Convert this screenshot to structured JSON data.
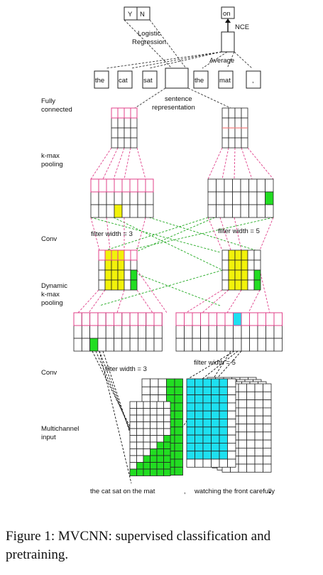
{
  "top": {
    "label_cells": [
      "Y",
      "N"
    ],
    "output_word": "on",
    "nce_label": "NCE",
    "logistic_regression": "Logistic\nRegression",
    "average_label": "Average"
  },
  "embedding": {
    "words_left": [
      "the",
      "cat",
      "sat"
    ],
    "words_right": [
      "the",
      "mat",
      ","
    ],
    "sentence_representation": "sentence\nrepresentation"
  },
  "layers": {
    "fully_connected": "Fully\nconnected",
    "kmax_pooling": "k-max\npooling",
    "conv_upper": "Conv",
    "dynamic_kmax": "Dynamic\nk-max\npooling",
    "conv_lower": "Conv",
    "multichannel": "Multichannel\ninput"
  },
  "filters": {
    "upper_left": "filter width = 3",
    "upper_right": "filter width = 5",
    "lower_left": "filter width = 3",
    "lower_right": "filter width = 5"
  },
  "sentence": {
    "left": "the cat sat on the mat",
    "comma": ",",
    "right": "watching the front carefully",
    "period": "."
  },
  "caption": "Figure 1: MVCNN: supervised classification and pretraining.",
  "colors": {
    "pink": "#e0408a",
    "green": "#22aa22",
    "yellow": "#f2f20a",
    "bright_green": "#22dd22",
    "cyan": "#1ee0f0",
    "salmon": "#f08080"
  }
}
